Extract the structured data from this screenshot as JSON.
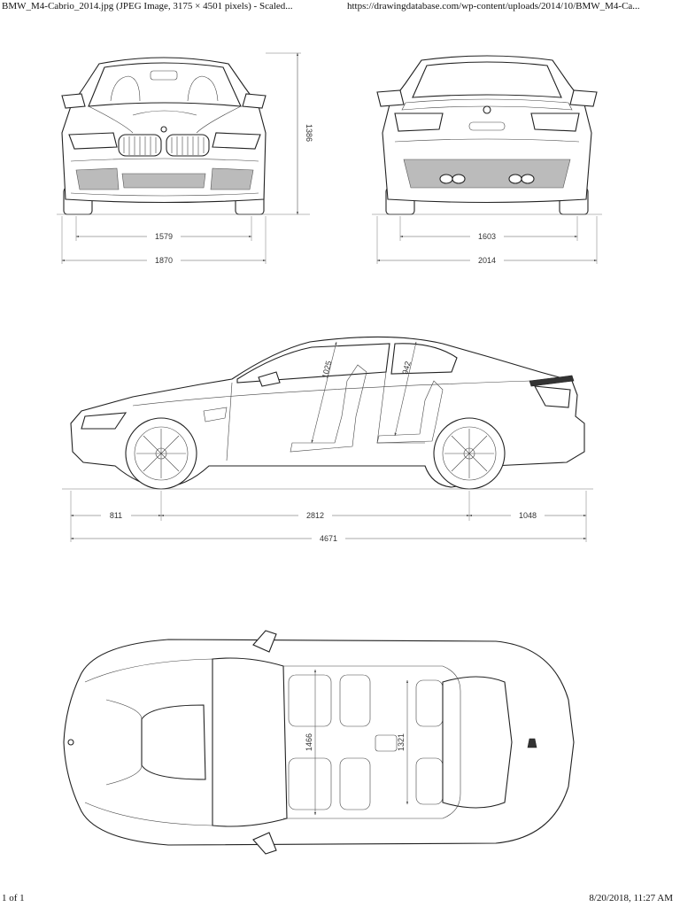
{
  "browser_print": {
    "title_text": "BMW_M4-Cabrio_2014.jpg (JPEG Image, 3175 × 4501 pixels) - Scaled...",
    "url_text": "https://drawingdatabase.com/wp-content/uploads/2014/10/BMW_M4-Ca...",
    "page_count": "1 of 1",
    "printed_at": "8/20/2018, 11:27 AM"
  },
  "dimensions": {
    "height": "1386",
    "front_track": "1579",
    "width_front": "1870",
    "rear_track": "1603",
    "width_mirrors": "2014",
    "front_overhang": "811",
    "wheelbase": "2812",
    "rear_overhang": "1048",
    "length": "4671",
    "front_headroom": "1025",
    "rear_headroom": "942",
    "front_shoulder": "1466",
    "rear_shoulder": "1321"
  }
}
